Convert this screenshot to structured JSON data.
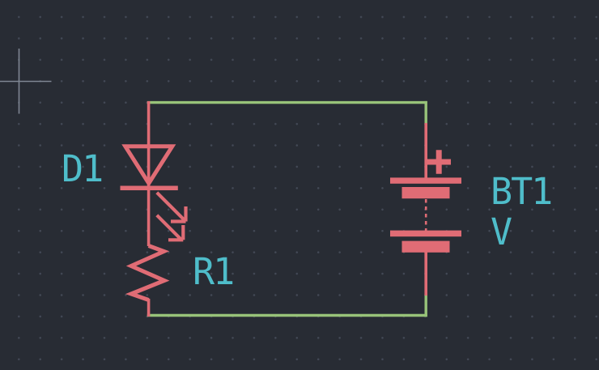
{
  "app": {
    "type": "schematic-editor-canvas",
    "background_color": "#282c34",
    "grid_dot_color": "#434956",
    "crosshair_color": "#7e8693"
  },
  "colors": {
    "wire": "#98c379",
    "device": "#e06c75",
    "label": "#4fbdca"
  },
  "schematic": {
    "components": {
      "led": {
        "reference": "D1"
      },
      "resistor": {
        "reference": "R1"
      },
      "battery": {
        "reference": "BT1",
        "value": "V"
      }
    }
  }
}
